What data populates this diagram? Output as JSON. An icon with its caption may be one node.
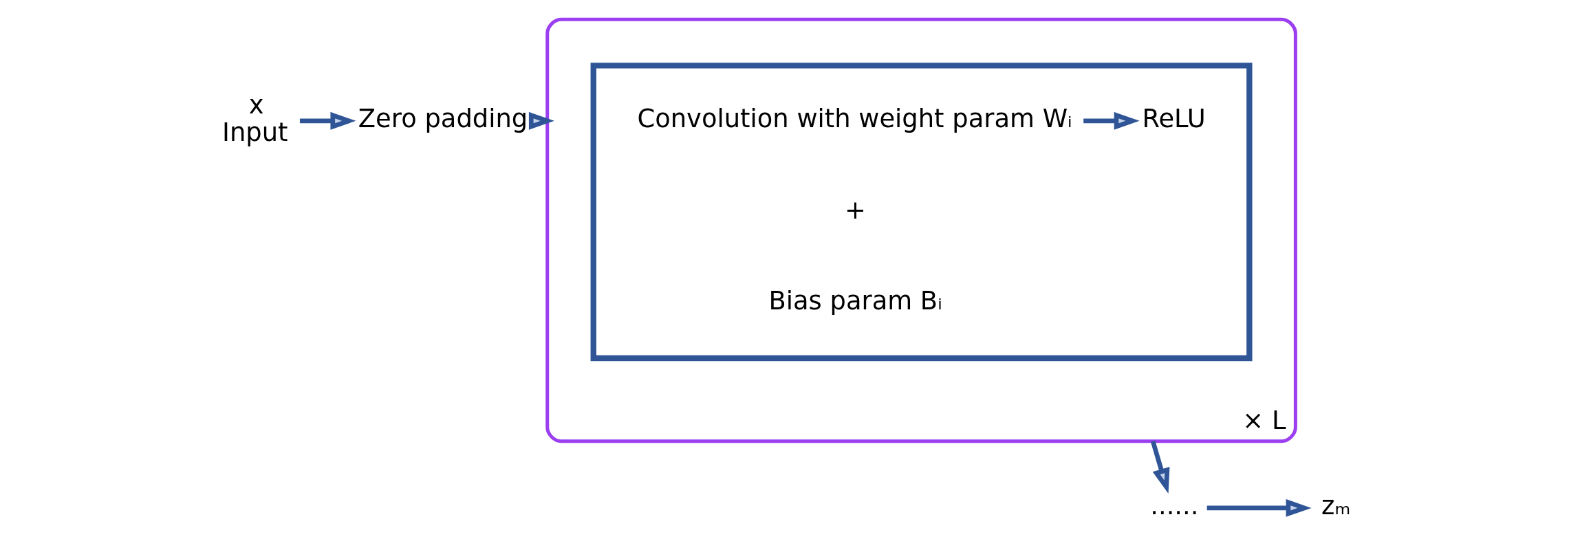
{
  "diagram": {
    "nodes": [
      {
        "text": [
          "x",
          "Input"
        ]
      },
      {
        "text": [
          "Zero padding"
        ]
      },
      {
        "text": [
          "× L"
        ]
      },
      {
        "text": [],
        "shape": "box",
        "in": 2
      },
      {
        "text": [
          "Convolution with weight param Wᵢ"
        ],
        "in": 3
      },
      {
        "text": [
          "ReLU"
        ],
        "in": 3
      },
      {
        "text": [
          "......"
        ]
      },
      {
        "text": [
          "zₘ"
        ]
      }
    ],
    "edges": [
      {
        "from": 0,
        "to": 1,
        "arrow": "to"
      },
      {
        "from": 1,
        "to": 2,
        "arrow": "to"
      },
      {
        "from": 4,
        "to": 5,
        "arrow": "to"
      },
      {
        "from": 2,
        "to": 6,
        "arrow": "to"
      },
      {
        "from": 6,
        "to": 7,
        "arrow": "to"
      }
    ],
    "labels": [
      "+",
      "Bias param Bᵢ"
    ]
  }
}
